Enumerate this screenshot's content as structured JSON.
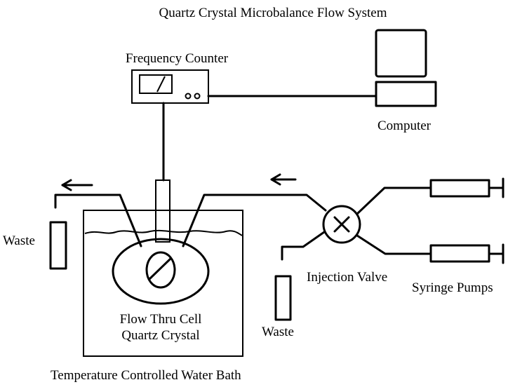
{
  "title": "Quartz Crystal Microbalance Flow System",
  "labels": {
    "frequency_counter": "Frequency Counter",
    "computer": "Computer",
    "waste_left": "Waste",
    "waste_bottom": "Waste",
    "injection_valve": "Injection Valve",
    "syringe_pumps": "Syringe Pumps",
    "flow_cell_line1": "Flow Thru Cell",
    "flow_cell_line2": "Quartz Crystal",
    "water_bath": "Temperature Controlled Water Bath"
  }
}
